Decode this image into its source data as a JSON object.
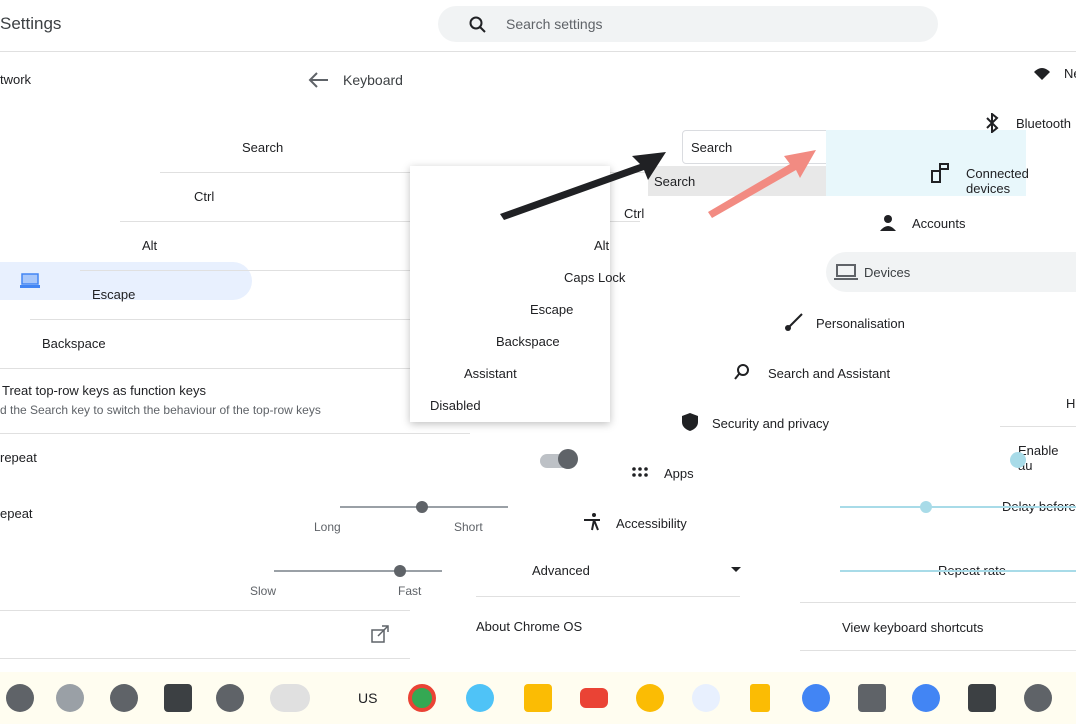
{
  "header": {
    "app_title": "Settings",
    "search_placeholder": "Search settings"
  },
  "left_sidebar": {
    "network_label": "twork"
  },
  "page": {
    "title": "Keyboard"
  },
  "rows": {
    "search": "Search",
    "ctrl": "Ctrl",
    "alt": "Alt",
    "escape": "Escape",
    "backspace": "Backspace",
    "top_row_title": "Treat top-row keys as function keys",
    "top_row_desc": "d the Search key to switch the behaviour of the top-row keys",
    "auto_repeat": "repeat",
    "delay_before_repeat": "epeat",
    "delay_long": "Long",
    "delay_short": "Short",
    "rate_slow": "Slow",
    "rate_fast": "Fast"
  },
  "dropdown": {
    "selected": "Search",
    "options": [
      "Search",
      "Ctrl",
      "Alt",
      "Caps Lock",
      "Escape",
      "Backspace",
      "Assistant",
      "Disabled"
    ]
  },
  "right_nav": {
    "items": {
      "network": "Ne",
      "bluetooth": "Bluetooth",
      "connected_devices": "Connected devices",
      "accounts": "Accounts",
      "devices": "Devices",
      "personalisation": "Personalisation",
      "search_assistant": "Search and Assistant",
      "security_privacy": "Security and privacy",
      "apps": "Apps",
      "accessibility": "Accessibility",
      "advanced": "Advanced",
      "about": "About Chrome OS"
    }
  },
  "right_panel": {
    "h_fragment": "H",
    "enable_auto": "Enable au",
    "delay_before": "Delay before",
    "repeat_rate": "Repeat rate",
    "view_shortcuts": "View keyboard shortcuts"
  },
  "shelf": {
    "text": "US"
  },
  "colors": {
    "accent_blue": "#1a73e8",
    "selected_bg": "#e8f0fe",
    "arrow_red": "#f28b82",
    "arrow_dark": "#202124"
  }
}
